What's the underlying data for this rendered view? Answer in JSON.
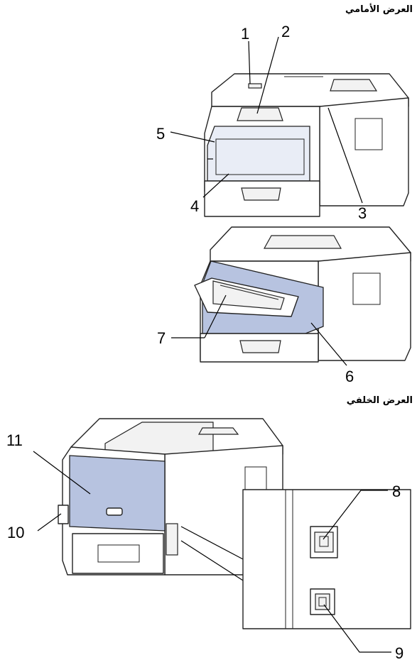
{
  "headings": {
    "front_view": "العرض الأمامي",
    "back_view": "العرض الخلفي"
  },
  "callouts": {
    "c1": "1",
    "c2": "2",
    "c3": "3",
    "c4": "4",
    "c5": "5",
    "c6": "6",
    "c7": "7",
    "c8": "8",
    "c9": "9",
    "c10": "10",
    "c11": "11"
  },
  "colors": {
    "highlight": "#b7c3e0",
    "outline": "#222222"
  }
}
